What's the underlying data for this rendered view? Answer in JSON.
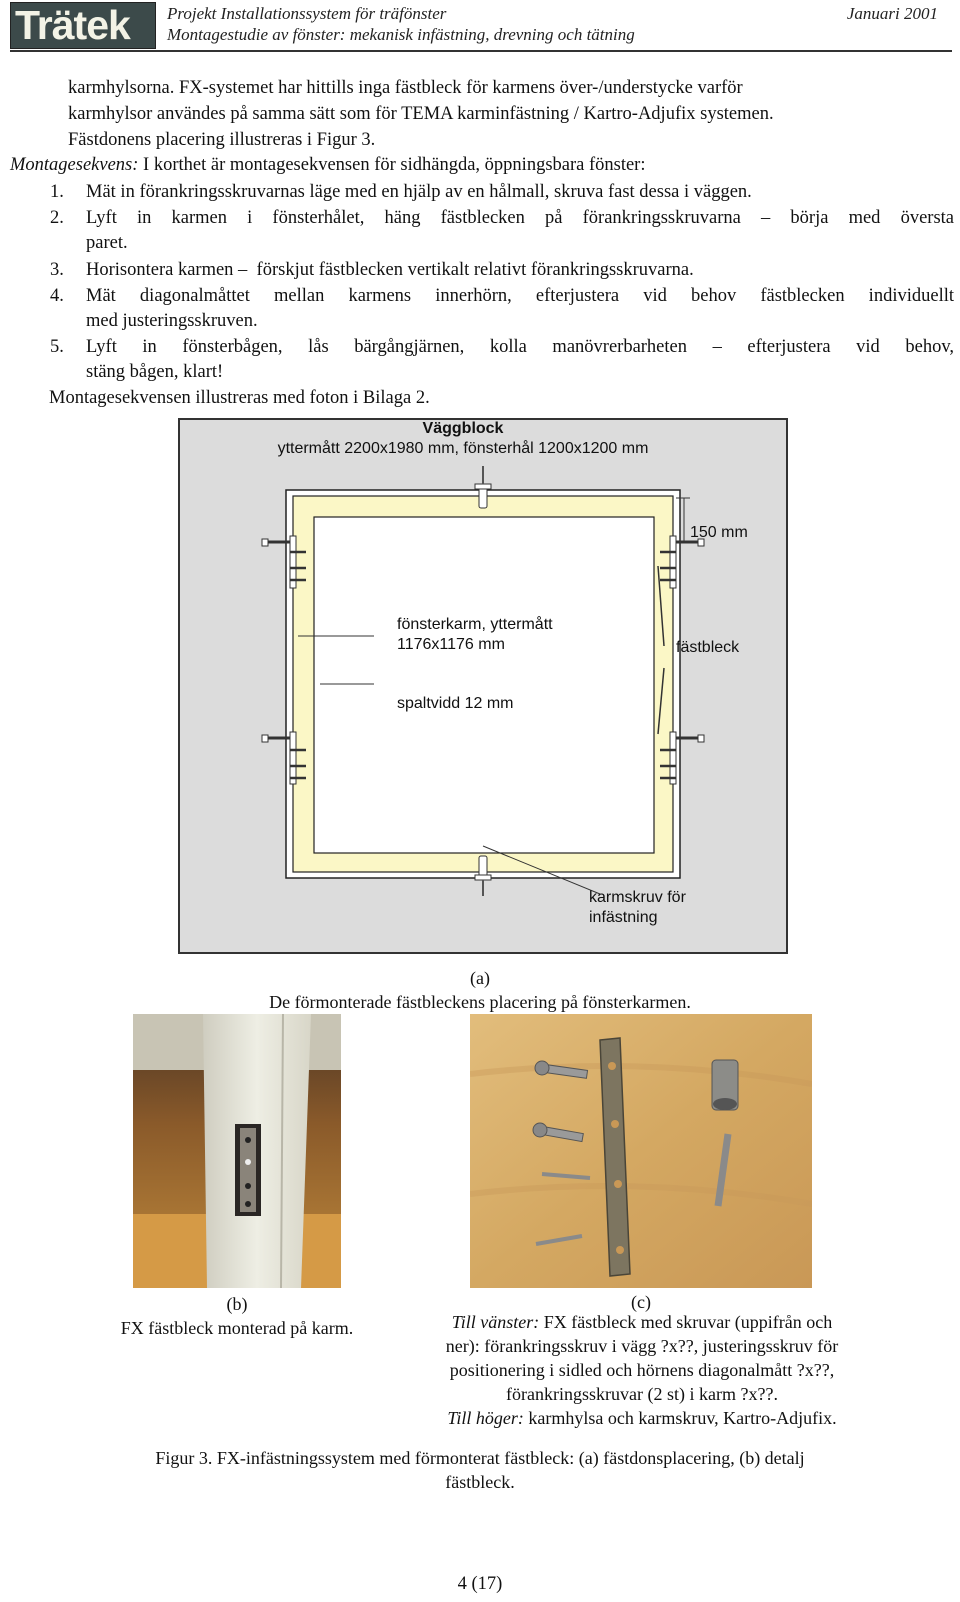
{
  "header": {
    "logo": "Trätek",
    "title_line1": "Projekt Installationssystem för träfönster",
    "title_line2": "Montagestudie av fönster: mekanisk infästning, drevning och tätning",
    "date": "Januari 2001"
  },
  "body": {
    "intro_line1": "karmhylsorna. FX-systemet har hittills inga fästbleck för karmens över-/understycke varför",
    "intro_line2": "karmhylsor användes på samma sätt som för TEMA karminfästning / Kartro-Adjufix systemen.",
    "intro_line3": "Fästdonens placering illustreras i Figur 3.",
    "sequence_label": "Montagesekvens:",
    "sequence_intro": " I korthet är montagesekvensen för sidhängda, öppningsbara fönster:",
    "steps": [
      {
        "num": "1.",
        "line1": "Mät in förankringsskruvarnas läge med en hjälp av en hålmall, skruva fast dessa i väggen.",
        "line2": ""
      },
      {
        "num": "2.",
        "line1": "Lyft in karmen i fönsterhålet, häng fästblecken på förankringsskruvarna – börja med översta",
        "line2": "paret."
      },
      {
        "num": "3.",
        "line1": "Horisontera karmen –  förskjut fästblecken vertikalt relativt förankringsskruvarna.",
        "line2": ""
      },
      {
        "num": "4.",
        "line1": "Mät diagonalmåttet mellan karmens innerhörn, efterjustera vid behov fästblecken individuellt",
        "line2": "med justeringsskruven."
      },
      {
        "num": "5.",
        "line1": "Lyft in fönsterbågen, lås bärgångjärnen, kolla manövrerbarheten – efterjustera vid behov,",
        "line2": "stäng bågen, klart!"
      }
    ],
    "closing": "Montagesekvensen illustreras med foton i Bilaga 2."
  },
  "diagram": {
    "title": "Väggblock",
    "subtitle": "yttermått 2200x1980 mm, fönsterhål 1200x1200 mm",
    "dim_label": "150 mm",
    "frame_label_line1": "fönsterkarm, yttermått",
    "frame_label_line2": "1176x1176 mm",
    "gap_label": "spaltvidd 12 mm",
    "bracket_label": "fästbleck",
    "screw_label_line1": "karmskruv för",
    "screw_label_line2": "infästning"
  },
  "captions": {
    "a_letter": "(a)",
    "a_text": "De förmonterade fästbleckens placering på fönsterkarmen.",
    "b_letter": "(b)",
    "b_text": "FX fästbleck monterad på karm.",
    "c_letter": "(c)",
    "c_left_label": "Till vänster:",
    "c_line1_rest": " FX fästbleck med skruvar (uppifrån och",
    "c_line2": "ner): förankringsskruv i vägg ?x??, justeringsskruv för",
    "c_line3": "positionering i sidled och hörnens diagonalmått ?x??,",
    "c_line4": "förankringsskruvar (2 st) i karm ?x??.",
    "c_right_label": "Till höger:",
    "c_line5_rest": " karmhylsa och karmskruv, Kartro-Adjufix.",
    "figure_line1": "Figur 3. FX-infästningssystem med förmonterat fästbleck: (a) fästdonsplacering, (b) detalj",
    "figure_line2": "fästbleck."
  },
  "footer": {
    "page": "4 (17)"
  }
}
